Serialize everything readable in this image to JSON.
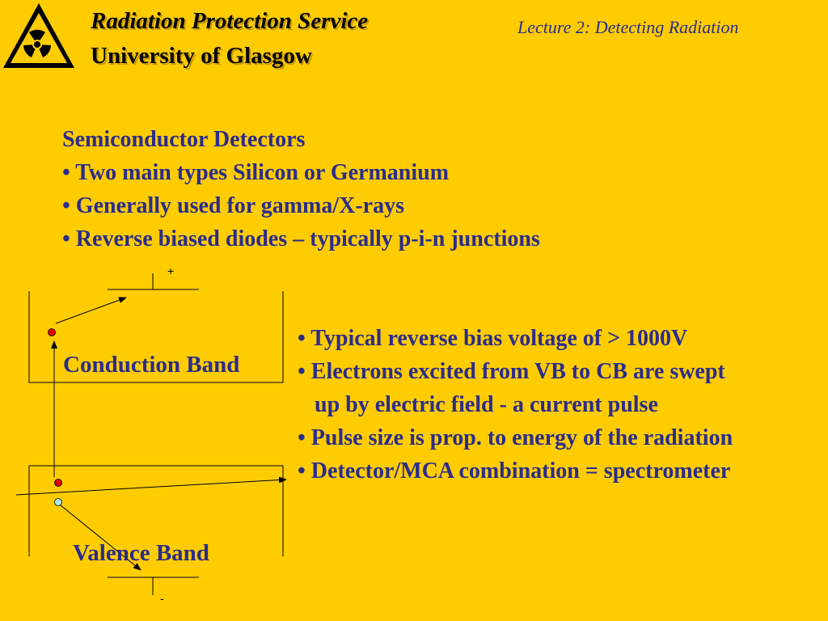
{
  "header": {
    "org_line1": "Radiation Protection Service",
    "org_line2": "University of Glasgow",
    "lecture": "Lecture 2: Detecting Radiation",
    "logo_icon": "radiation-trefoil-icon"
  },
  "content": {
    "heading": "Semiconductor Detectors",
    "bullets": [
      "• Two main types Silicon or Germanium",
      "• Generally used for gamma/X-rays",
      "• Reverse biased diodes – typically p-i-n junctions"
    ]
  },
  "diagram": {
    "conduction_band_label": "Conduction Band",
    "valence_band_label": "Valence Band",
    "plus_terminal": "+",
    "minus_terminal": "-"
  },
  "side_bullets": {
    "lines": [
      "• Typical reverse bias voltage of > 1000V",
      "• Electrons excited from VB to CB are swept",
      "   up by electric field - a current pulse",
      "• Pulse size is prop. to energy of the radiation",
      "• Detector/MCA combination = spectrometer"
    ]
  },
  "colors": {
    "background": "#FFCC00",
    "text_blue": "#2B2C8C",
    "electron_red": "#E00000",
    "hole_lightblue": "#AEE8F0"
  }
}
